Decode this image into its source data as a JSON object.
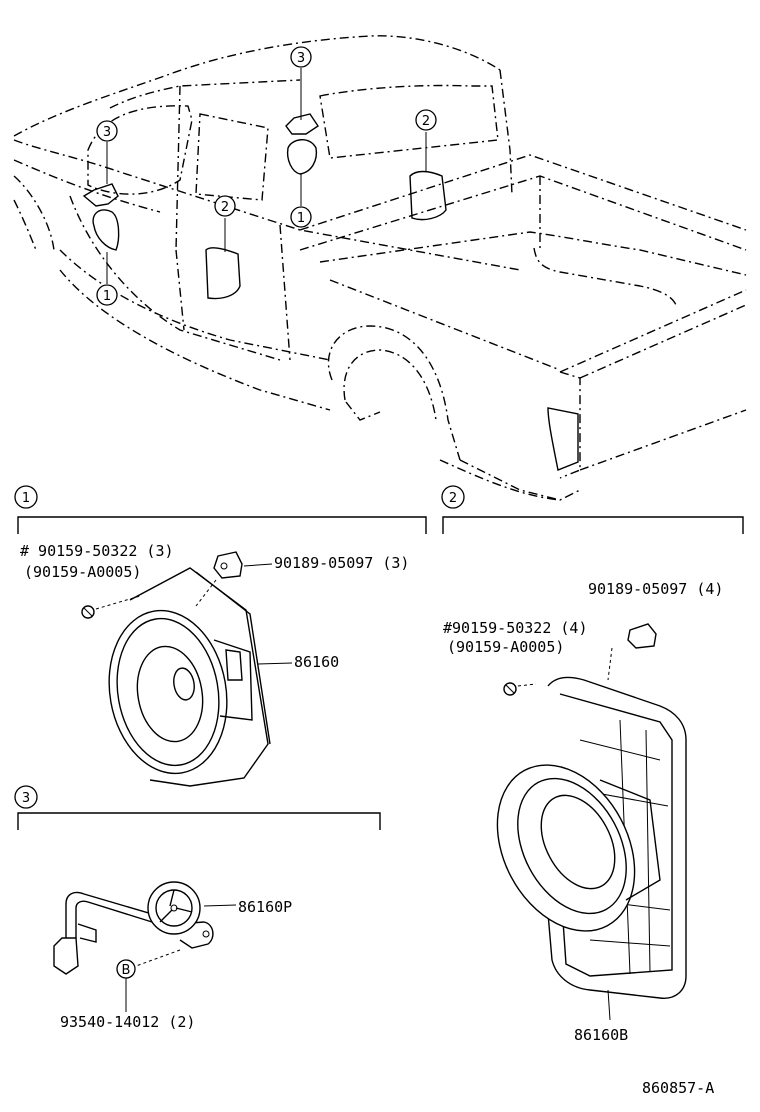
{
  "truck_view": {
    "callouts": [
      "3",
      "1",
      "2",
      "3",
      "1",
      "2"
    ]
  },
  "sections": [
    {
      "number": "1",
      "screw_label": "# 90159-50322 (3)",
      "screw_alt": "(90159-A0005)",
      "clip_label": "90189-05097 (3)",
      "part_label": "86160"
    },
    {
      "number": "2",
      "clip_label": "90189-05097 (4)",
      "screw_label": "#90159-50322 (4)",
      "screw_alt": "(90159-A0005)",
      "part_label": "86160B"
    },
    {
      "number": "3",
      "part_label": "86160P",
      "marker": "B",
      "bolt_label": "93540-14012 (2)"
    }
  ],
  "drawing_number": "860857-A"
}
